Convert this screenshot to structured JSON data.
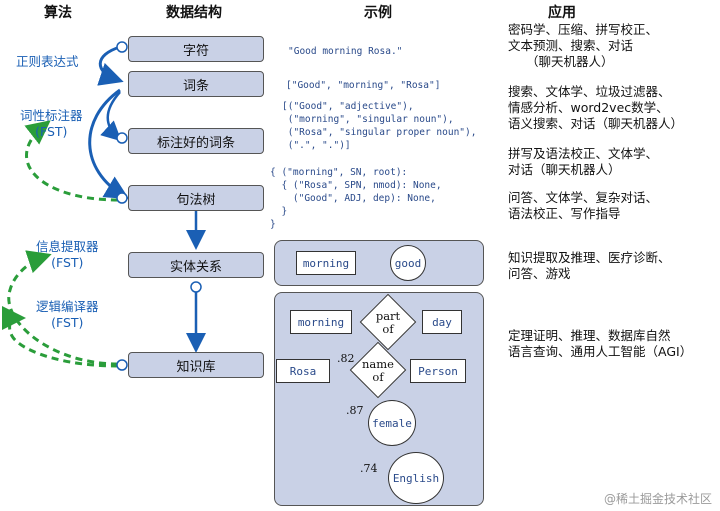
{
  "headers": {
    "algorithm": "算法",
    "data_structure": "数据结构",
    "example": "示例",
    "application": "应用"
  },
  "structures": [
    "字符",
    "词条",
    "标注好的词条",
    "句法树",
    "实体关系",
    "知识库"
  ],
  "algorithms": {
    "regex": "正则表达式",
    "pos_tagger_1": "词性标注器",
    "pos_tagger_2": "(FST)",
    "info_extractor_1": "信息提取器",
    "info_extractor_2": "(FST)",
    "logic_compiler_1": "逻辑编译器",
    "logic_compiler_2": "(FST)"
  },
  "examples": {
    "chars": "\"Good morning Rosa.\"",
    "tokens": "[\"Good\", \"morning\", \"Rosa\"]",
    "tagged_1": "[(\"Good\", \"adjective\"),",
    "tagged_2": " (\"morning\", \"singular noun\"),",
    "tagged_3": " (\"Rosa\", \"singular proper noun\"),",
    "tagged_4": " (\".\", \".\")]",
    "tree_1": "{ (\"morning\", SN, root):",
    "tree_2": "  { (\"Rosa\", SPN, nmod): None,",
    "tree_3": "    (\"Good\", ADJ, dep): None,",
    "tree_4": "  }",
    "tree_5": "}"
  },
  "applications": {
    "chars_1": "密码学、压缩、拼写校正、",
    "chars_2": "文本预测、搜索、对话",
    "chars_3": "（聊天机器人）",
    "tokens_1": "搜索、文体学、垃圾过滤器、",
    "tokens_2": "情感分析、word2vec数学、",
    "tokens_3": "语义搜索、对话（聊天机器人）",
    "tagged_1": "拼写及语法校正、文体学、",
    "tagged_2": "对话（聊天机器人）",
    "tree_1": "问答、文体学、复杂对话、",
    "tree_2": "语法校正、写作指导",
    "entity_1": "知识提取及推理、医疗诊断、",
    "entity_2": "问答、游戏",
    "kb_1": "定理证明、推理、数据库自然",
    "kb_2": "语言查询、通用人工智能（AGI）"
  },
  "entity_example": {
    "node_a": "morning",
    "node_b": "good"
  },
  "kb_example": {
    "morning": "morning",
    "day": "day",
    "part_of_1": "part",
    "part_of_2": "of",
    "rosa": "Rosa",
    "person": "Person",
    "name_of_1": "name",
    "name_of_2": "of",
    "female": "female",
    "english": "English",
    "w_name": ".82",
    "w_female": ".87",
    "w_english": ".74"
  },
  "watermark": "@稀土掘金技术社区",
  "colors": {
    "box_fill": "#c9d1e6",
    "arrow_blue": "#1a5fb4",
    "fst_green": "#2a9d3a",
    "code_text": "#2a4a8a"
  }
}
